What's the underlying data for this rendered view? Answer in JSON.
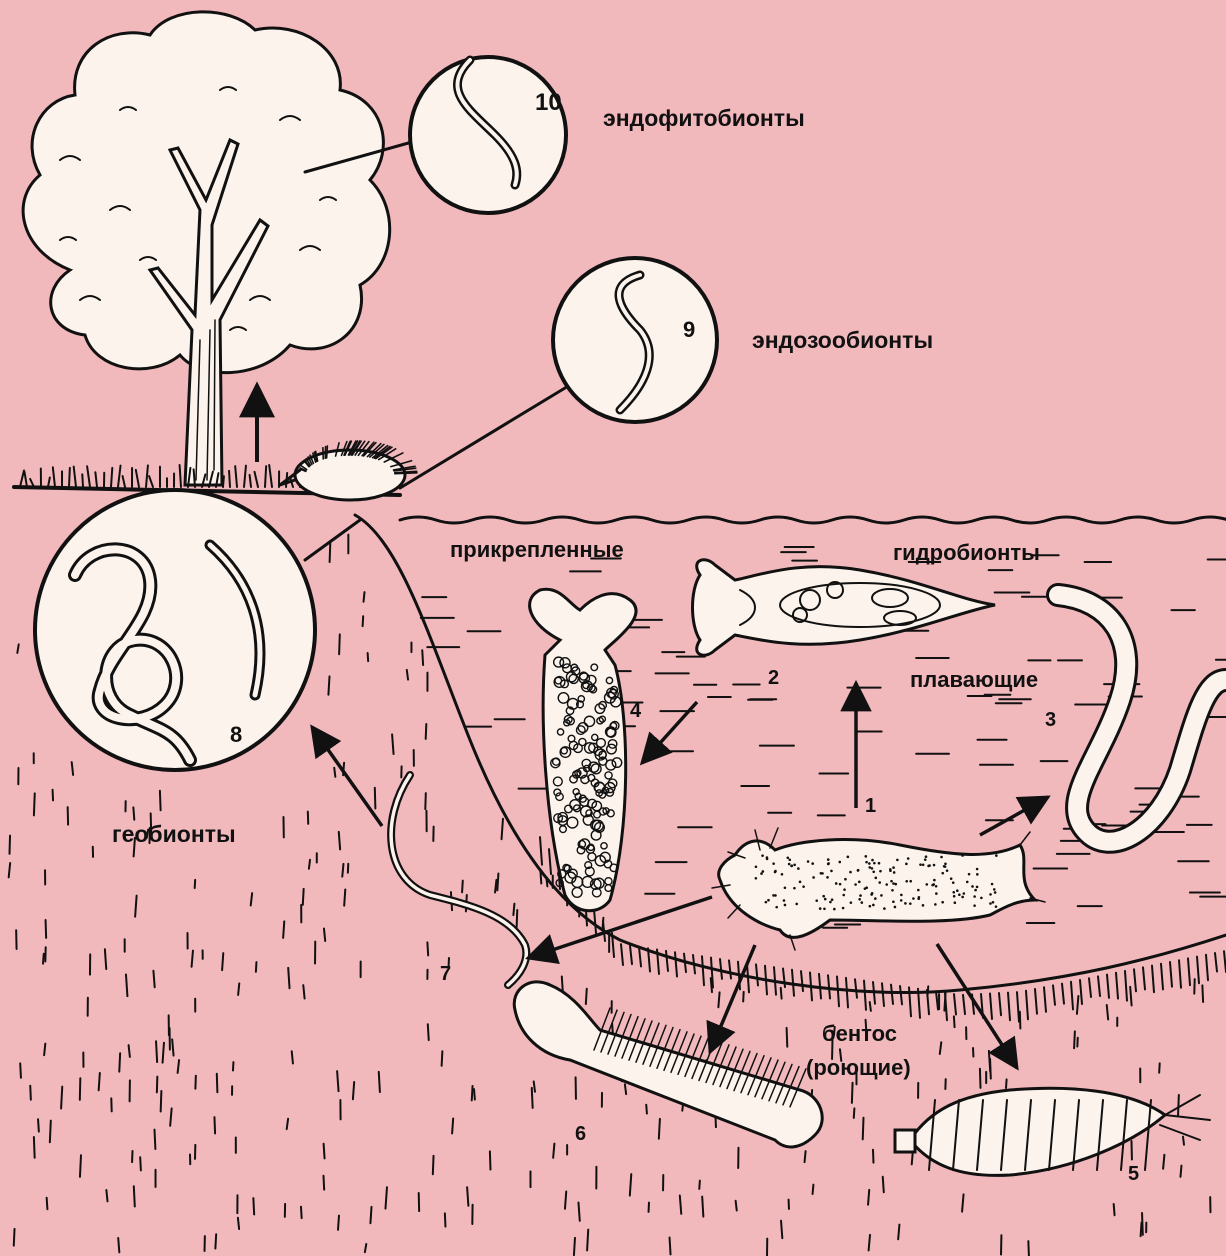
{
  "colors": {
    "background": "#f2b9bd",
    "ink": "#111111",
    "organism_fill": "#fbf3ec"
  },
  "groups": {
    "endophytobionts": "эндофитобионты",
    "endozoobionts": "эндозообионты",
    "attached": "прикрепленные",
    "hydrobionts": "гидробионты",
    "swimming": "плавающие",
    "geobionts": "геобионты",
    "benthos_line1": "бентос",
    "benthos_line2": "(роющие)"
  },
  "numbers": {
    "n1": "1",
    "n2": "2",
    "n3": "3",
    "n4": "4",
    "n5": "5",
    "n6": "6",
    "n7": "7",
    "n8": "8",
    "n9": "9",
    "n10": "10"
  }
}
